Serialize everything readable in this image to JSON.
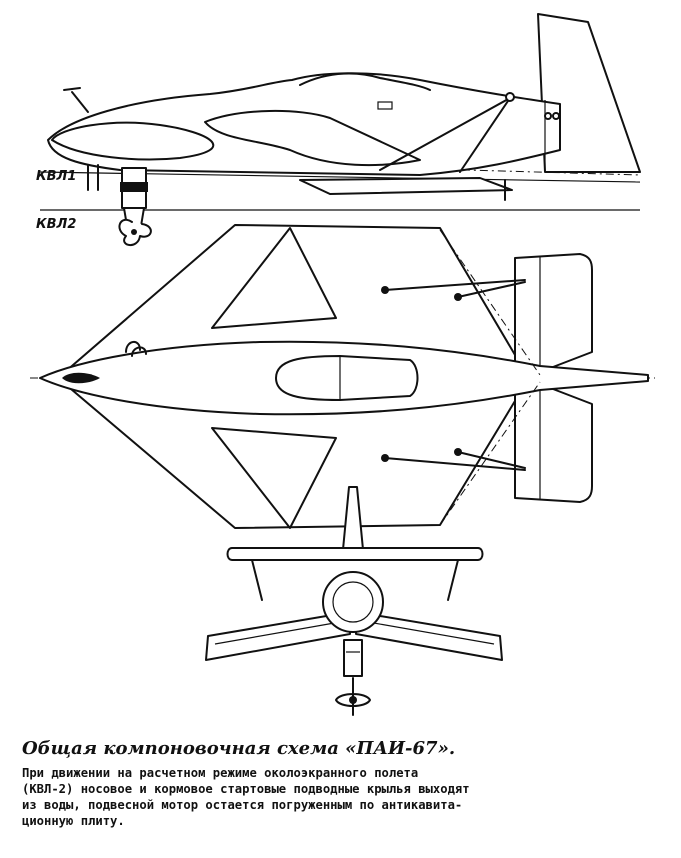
{
  "labels": {
    "kvl1": "КВЛ1",
    "kvl2": "КВЛ2"
  },
  "caption": {
    "title": "Общая компоновочная схема «ПАИ-67».",
    "lines": [
      "При  движении  на  расчетном  режиме  околоэкранного  полета",
      "(КВЛ-2) носовое и кормовое стартовые подводные крылья выходят",
      "из воды, подвесной мотор остается погруженным по антикавита-",
      "ционную плиту."
    ]
  },
  "colors": {
    "ink": "#111111",
    "paper": "#ffffff"
  }
}
